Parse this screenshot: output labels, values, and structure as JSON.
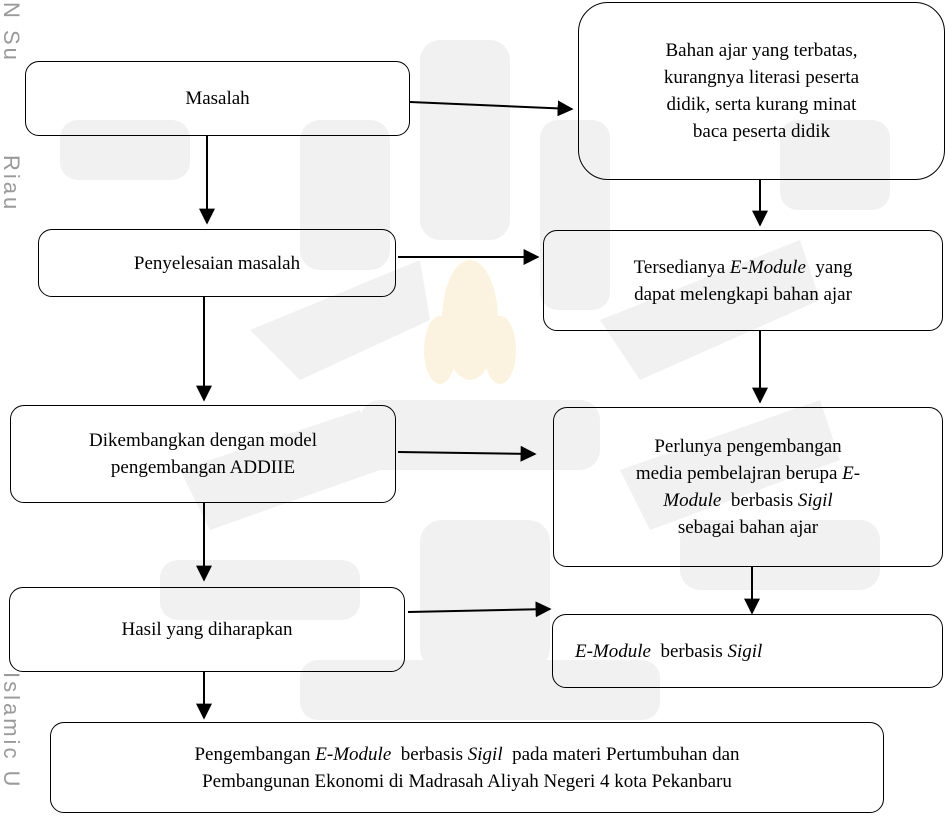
{
  "sidebar": {
    "label_top": "N Su",
    "label_mid": "Riau",
    "label_bottom": "Islamic U"
  },
  "left_column": {
    "problem": "Masalah",
    "solution": "Penyelesaian masalah",
    "development_line1": "Dikembangkan dengan model",
    "development_line2": "pengembangan ADDIIE",
    "expected": "Hasil yang diharapkan"
  },
  "right_column": {
    "problem_detail": [
      "Bahan ajar yang terbatas,",
      "kurangnya literasi peserta",
      "didik, serta kurang minat",
      "baca peserta didik"
    ],
    "solution_detail": {
      "prefix": "Tersedianya ",
      "emph": "E-Module",
      "suffix": "  yang",
      "line2": "dapat melengkapi bahan ajar"
    },
    "development_detail": {
      "line1": "Perlunya pengembangan",
      "line2_prefix": "media pembelajran berupa ",
      "line2_emph": "E-",
      "line3_emph": "Module",
      "line3_mid": "  berbasis ",
      "line3_emph2": "Sigil",
      "line4": "sebagai bahan ajar"
    },
    "expected_detail": {
      "emph": "E-Module",
      "mid": "  berbasis ",
      "emph2": "Sigil"
    }
  },
  "final": {
    "line1_prefix": "Pengembangan ",
    "line1_emph": "E-Module",
    "line1_mid": "  berbasis ",
    "line1_emph2": "Sigil",
    "line1_suffix": "  pada materi Pertumbuhan dan",
    "line2": "Pembangunan Ekonomi di Madrasah Aliyah Negeri 4 kota Pekanbaru"
  },
  "colors": {
    "watermark": "#f1f1f1",
    "watermark_accent": "#fbf3df",
    "line": "#000000"
  }
}
